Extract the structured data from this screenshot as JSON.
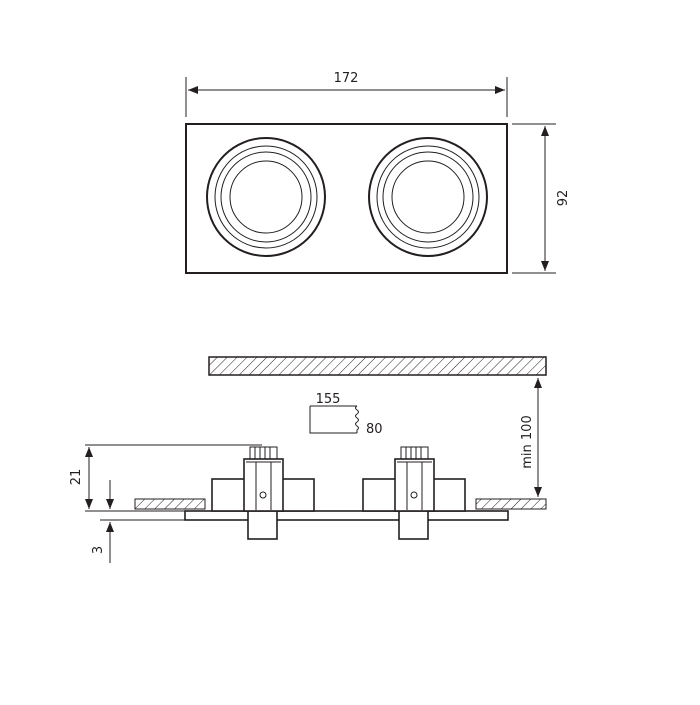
{
  "dimensions": {
    "top_width": "172",
    "top_height": "92",
    "ceiling_clearance": "min 100",
    "cutout_width": "155",
    "cutout_height": "80",
    "body_height": "21",
    "flange_thickness": "3"
  },
  "colors": {
    "line": "#231f20",
    "background": "#ffffff"
  }
}
